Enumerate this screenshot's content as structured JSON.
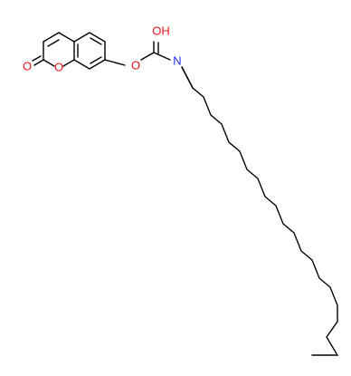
{
  "molecule": {
    "atom_labels": {
      "carbonyl_o": "O",
      "ring_o": "O",
      "ester_o": "O",
      "hydroxyl": "OH",
      "nitrogen": "N"
    },
    "colors": {
      "bond": "#000000",
      "oxygen": "#e8141b",
      "nitrogen": "#1f2cf0",
      "background": "#ffffff"
    }
  }
}
